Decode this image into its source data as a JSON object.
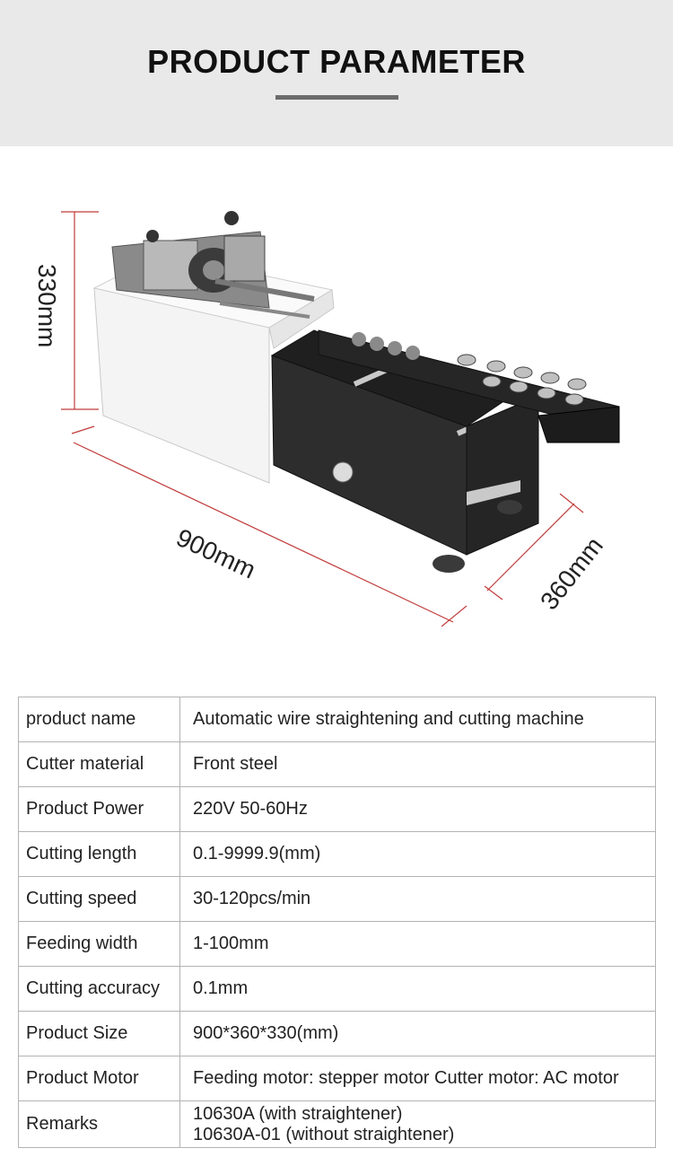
{
  "header": {
    "title": "PRODUCT PARAMETER"
  },
  "dimensions": {
    "height": "330mm",
    "length": "900mm",
    "depth": "360mm"
  },
  "params": {
    "rows": [
      {
        "key": "product name",
        "value": "Automatic wire straightening and cutting machine"
      },
      {
        "key": "Cutter material",
        "value": "Front steel"
      },
      {
        "key": "Product Power",
        "value": "220V 50-60Hz"
      },
      {
        "key": "Cutting length",
        "value": "0.1-9999.9(mm)"
      },
      {
        "key": "Cutting speed",
        "value": "30-120pcs/min"
      },
      {
        "key": "Feeding width",
        "value": "1-100mm"
      },
      {
        "key": "Cutting accuracy",
        "value": "0.1mm"
      },
      {
        "key": "Product Size",
        "value": "900*360*330(mm)"
      },
      {
        "key": "Product Motor",
        "value": "Feeding motor: stepper motor Cutter motor: AC motor"
      }
    ],
    "remarks": {
      "key": "Remarks",
      "line1": "10630A (with straightener)",
      "line2": "10630A-01 (without straightener)"
    }
  },
  "colors": {
    "header_bg": "#e9e9e9",
    "accent_bar": "#6b6b6b",
    "dimension_line": "#c23b3b",
    "table_border": "#b3b3b3"
  }
}
